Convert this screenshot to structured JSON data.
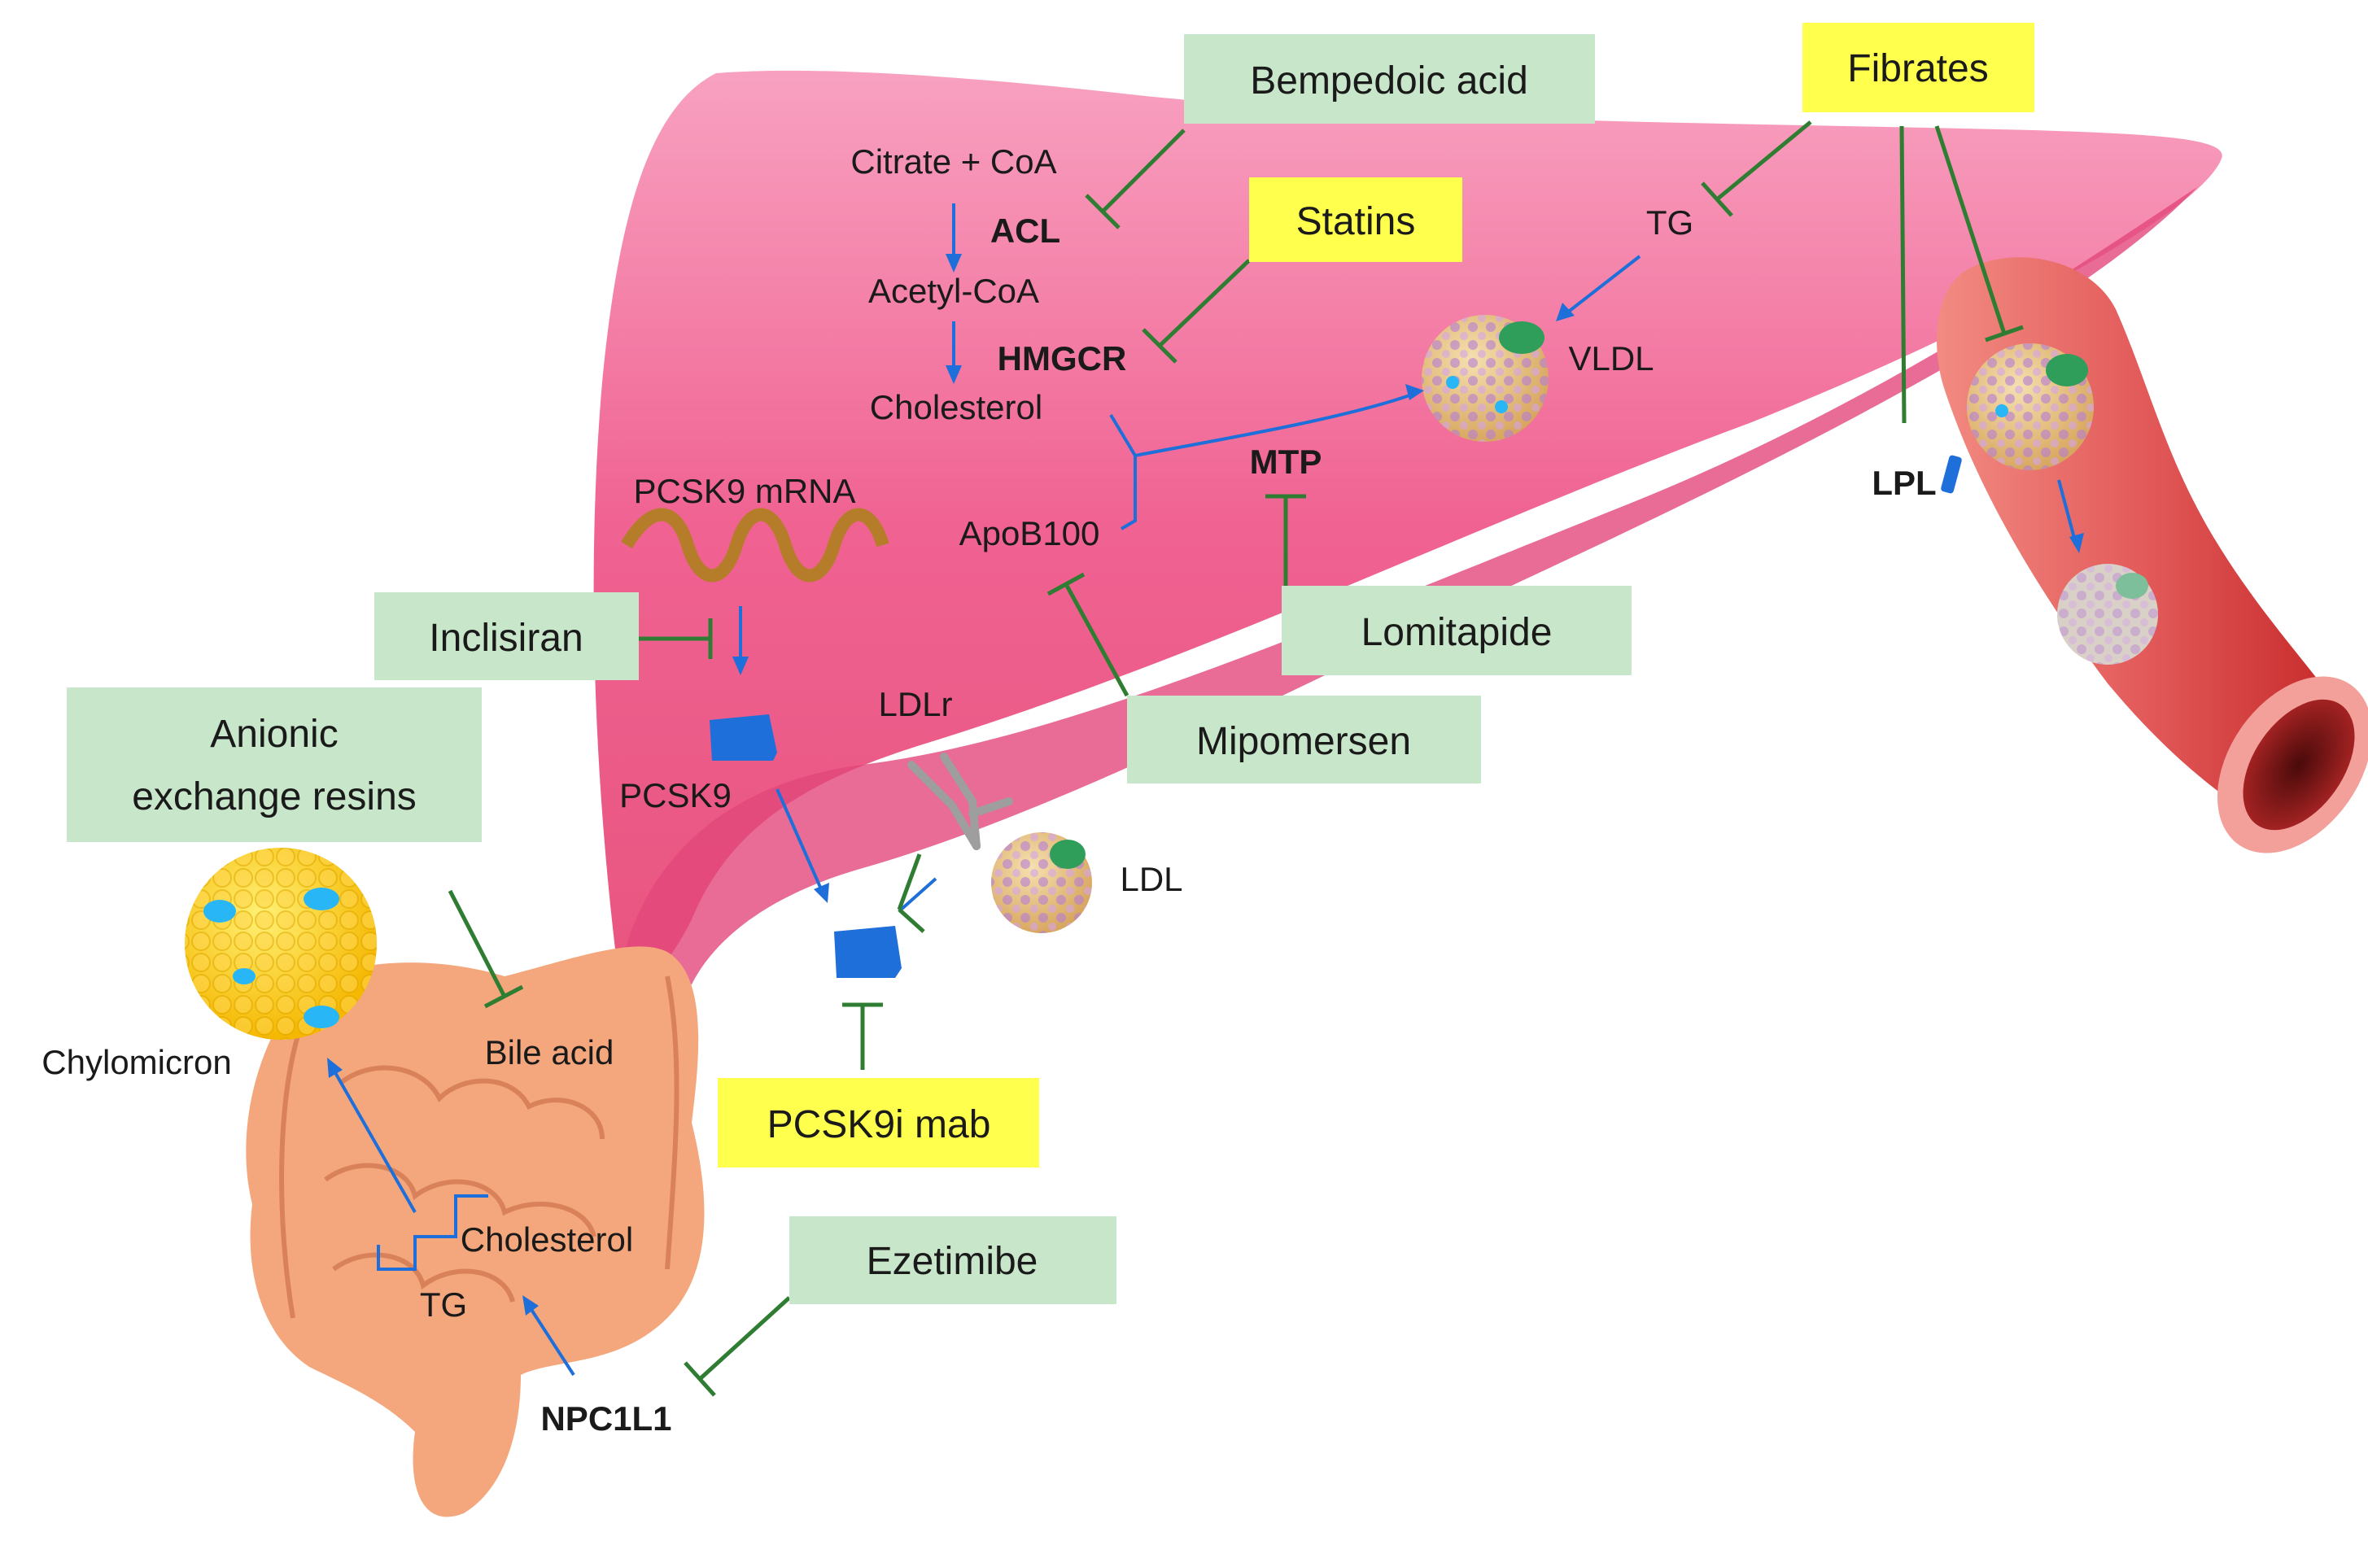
{
  "drugs": {
    "bempedoic": "Bempedoic acid",
    "fibrates": "Fibrates",
    "statins": "Statins",
    "inclisiran": "Inclisiran",
    "anionic_line1": "Anionic",
    "anionic_line2": "exchange resins",
    "lomitapide": "Lomitapide",
    "mipomersen": "Mipomersen",
    "pcsk9i": "PCSK9i mab",
    "ezetimibe": "Ezetimibe"
  },
  "labels": {
    "citrate": "Citrate + CoA",
    "acl": "ACL",
    "acetyl": "Acetyl-CoA",
    "hmgcr": "HMGCR",
    "cholesterol_liver": "Cholesterol",
    "tg_liver": "TG",
    "vldl": "VLDL",
    "mtp": "MTP",
    "pcsk9_mrna": "PCSK9 mRNA",
    "apob100": "ApoB100",
    "pcsk9": "PCSK9",
    "ldlr": "LDLr",
    "ldl": "LDL",
    "chylomicron": "Chylomicron",
    "bile_acid": "Bile acid",
    "cholesterol_gut": "Cholesterol",
    "tg_gut": "TG",
    "npc1l1": "NPC1L1",
    "lpl": "LPL"
  },
  "colors": {
    "drug_green": "#c8e6c9",
    "drug_yellow": "#ffff4d",
    "inhibit_line": "#2e7d32",
    "arrow_blue": "#1e6fd9",
    "liver": "#f06292",
    "intestine": "#f4a77c",
    "vessel": "#e57373"
  }
}
